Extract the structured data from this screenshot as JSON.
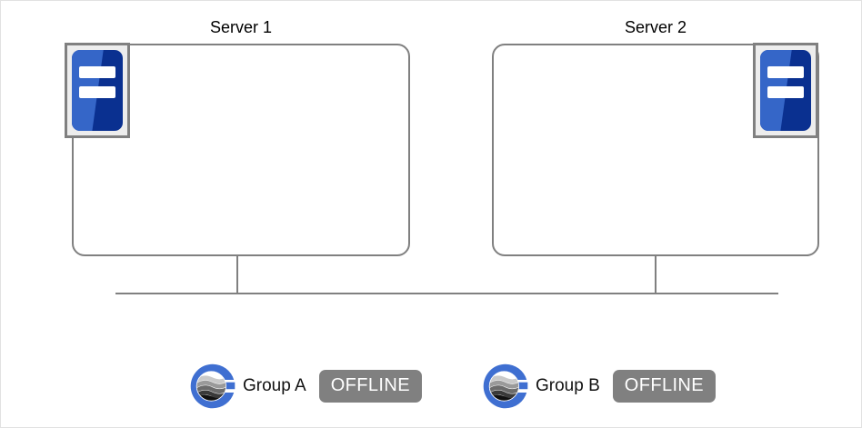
{
  "diagram": {
    "title_bar_color": "#808080",
    "background": "#ffffff"
  },
  "servers": [
    {
      "title": "Server 1",
      "icon_name": "server-icon",
      "icon_position": "top-left",
      "box_border_color": "#808080",
      "icon_blue_light": "#3566c8",
      "icon_blue_dark": "#0a3090",
      "icon_frame_fill": "#ededed",
      "icon_frame_border": "#808080"
    },
    {
      "title": "Server 2",
      "icon_name": "server-icon",
      "icon_position": "top-right",
      "box_border_color": "#808080",
      "icon_blue_light": "#3566c8",
      "icon_blue_dark": "#0a3090",
      "icon_frame_fill": "#ededed",
      "icon_frame_border": "#808080"
    }
  ],
  "network": {
    "bus_color": "#808080",
    "connector_color": "#808080"
  },
  "groups": [
    {
      "logo_name": "gluster-g-logo",
      "label": "Group A",
      "status": "OFFLINE",
      "status_color": "#808080",
      "status_text_color": "#ffffff",
      "logo_ring_color": "#3f6fd1",
      "logo_globe_colors": [
        "#ffffff",
        "#c9c9c9",
        "#9a9a9a",
        "#6b6b6b",
        "#3a3a3a",
        "#111111"
      ]
    },
    {
      "logo_name": "gluster-g-logo",
      "label": "Group B",
      "status": "OFFLINE",
      "status_color": "#808080",
      "status_text_color": "#ffffff",
      "logo_ring_color": "#3f6fd1",
      "logo_globe_colors": [
        "#ffffff",
        "#c9c9c9",
        "#9a9a9a",
        "#6b6b6b",
        "#3a3a3a",
        "#111111"
      ]
    }
  ]
}
